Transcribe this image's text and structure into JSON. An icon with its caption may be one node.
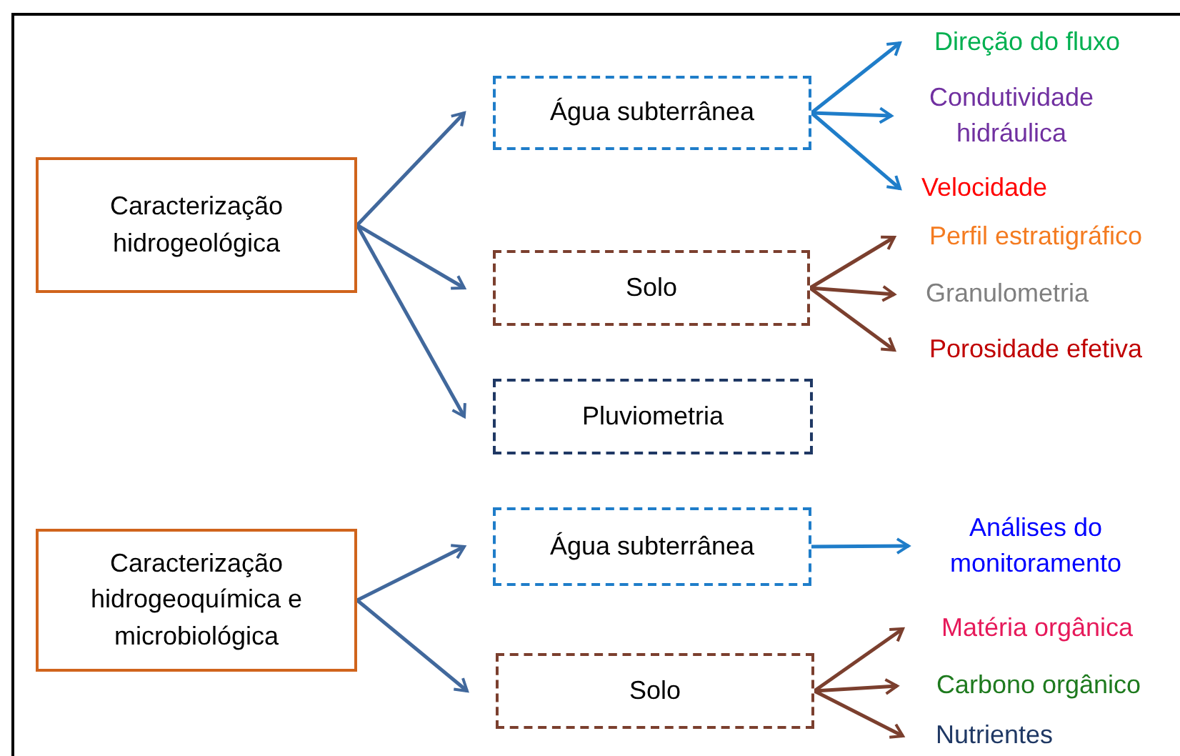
{
  "diagram": {
    "nodes": [
      {
        "text": [
          "Caracterização hidrogeológica"
        ]
      },
      {
        "text": [
          "Água subterrânea"
        ]
      },
      {
        "text": [
          "Solo"
        ]
      },
      {
        "text": [
          "Pluviometria"
        ]
      },
      {
        "text": [
          "Direção do fluxo"
        ]
      },
      {
        "text": [
          "Condutividade hidráulica"
        ]
      },
      {
        "text": [
          "Velocidade"
        ]
      },
      {
        "text": [
          "Perfil estratigráfico"
        ]
      },
      {
        "text": [
          "Granulometria"
        ]
      },
      {
        "text": [
          "Porosidade efetiva"
        ]
      },
      {
        "text": [
          "Caracterização hidrogeoquímica e microbiológica"
        ]
      },
      {
        "text": [
          "Água subterrânea"
        ]
      },
      {
        "text": [
          "Solo"
        ]
      },
      {
        "text": [
          "Análises do monitoramento"
        ]
      },
      {
        "text": [
          "Matéria orgânica"
        ]
      },
      {
        "text": [
          "Carbono orgânico"
        ]
      },
      {
        "text": [
          "Nutrientes"
        ]
      }
    ],
    "edges": [
      {
        "from": 0,
        "to": 1,
        "arrow": "to",
        "color": "#41689c"
      },
      {
        "from": 0,
        "to": 2,
        "arrow": "to",
        "color": "#41689c"
      },
      {
        "from": 0,
        "to": 3,
        "arrow": "to",
        "color": "#41689c"
      },
      {
        "from": 1,
        "to": 4,
        "arrow": "to",
        "color": "#1f7dc9"
      },
      {
        "from": 1,
        "to": 5,
        "arrow": "to",
        "color": "#1f7dc9"
      },
      {
        "from": 1,
        "to": 6,
        "arrow": "to",
        "color": "#1f7dc9"
      },
      {
        "from": 2,
        "to": 7,
        "arrow": "to"
      },
      {
        "from": 2,
        "to": 8,
        "arrow": "to"
      },
      {
        "from": 2,
        "to": 9,
        "arrow": "to"
      },
      {
        "from": 10,
        "to": 11,
        "arrow": "to",
        "color": "#41689c"
      },
      {
        "from": 10,
        "to": 12,
        "arrow": "to",
        "color": "#41689c"
      },
      {
        "from": 11,
        "to": 13,
        "arrow": "to",
        "color": "#1f7dc9"
      },
      {
        "from": 12,
        "to": 14,
        "arrow": "to"
      },
      {
        "from": 12,
        "to": 15,
        "arrow": "to"
      },
      {
        "from": 12,
        "to": 16,
        "arrow": "to"
      }
    ]
  }
}
